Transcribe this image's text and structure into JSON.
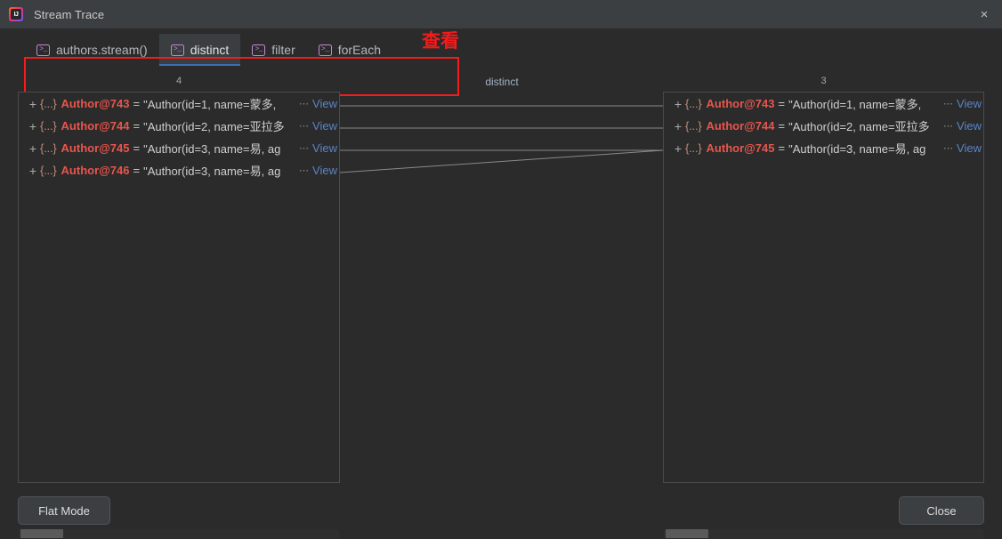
{
  "window": {
    "title": "Stream Trace",
    "logo_icon": "intellij-idea-logo",
    "logo_glyph": "IJ",
    "close_icon": "×"
  },
  "tabs": [
    {
      "label": "authors.stream()",
      "icon": "terminal-icon",
      "icon_glyph": ">_",
      "selected": false
    },
    {
      "label": "distinct",
      "icon": "terminal-icon",
      "icon_glyph": ">_",
      "selected": true
    },
    {
      "label": "filter",
      "icon": "terminal-icon",
      "icon_glyph": ">_",
      "selected": false
    },
    {
      "label": "forEach",
      "icon": "terminal-icon",
      "icon_glyph": ">_",
      "selected": false
    }
  ],
  "annotation": {
    "label": "查看",
    "color": "#f41b1b"
  },
  "operation": {
    "name": "distinct",
    "before_count": "4",
    "after_count": "3"
  },
  "before": {
    "rows": [
      {
        "expander": "+",
        "braces": "{...}",
        "name": "Author@743",
        "eq": "=",
        "value": "\"Author(id=1, name=蒙多,",
        "ellipsis": "⋯",
        "view": "View"
      },
      {
        "expander": "+",
        "braces": "{...}",
        "name": "Author@744",
        "eq": "=",
        "value": "\"Author(id=2, name=亚拉多",
        "ellipsis": "⋯",
        "view": "View"
      },
      {
        "expander": "+",
        "braces": "{...}",
        "name": "Author@745",
        "eq": "=",
        "value": "\"Author(id=3, name=易, ag",
        "ellipsis": "⋯",
        "view": "View"
      },
      {
        "expander": "+",
        "braces": "{...}",
        "name": "Author@746",
        "eq": "=",
        "value": "\"Author(id=3, name=易, ag",
        "ellipsis": "⋯",
        "view": "View"
      }
    ]
  },
  "after": {
    "rows": [
      {
        "expander": "+",
        "braces": "{...}",
        "name": "Author@743",
        "eq": "=",
        "value": "\"Author(id=1, name=蒙多,",
        "ellipsis": "⋯",
        "view": "View"
      },
      {
        "expander": "+",
        "braces": "{...}",
        "name": "Author@744",
        "eq": "=",
        "value": "\"Author(id=2, name=亚拉多",
        "ellipsis": "⋯",
        "view": "View"
      },
      {
        "expander": "+",
        "braces": "{...}",
        "name": "Author@745",
        "eq": "=",
        "value": "\"Author(id=3, name=易, ag",
        "ellipsis": "⋯",
        "view": "View"
      }
    ]
  },
  "links": [
    {
      "from_row": 0,
      "to_row": 0
    },
    {
      "from_row": 1,
      "to_row": 1
    },
    {
      "from_row": 2,
      "to_row": 2
    },
    {
      "from_row": 3,
      "to_row": 2
    }
  ],
  "footer": {
    "flat_mode_label": "Flat Mode",
    "close_label": "Close"
  },
  "colors": {
    "accent_tab_underline": "#3d70b2",
    "object_name": "#e8554d",
    "view_link": "#5b84c4",
    "icon_purple": "#c586d6",
    "annotation_red": "#f41b1b"
  }
}
